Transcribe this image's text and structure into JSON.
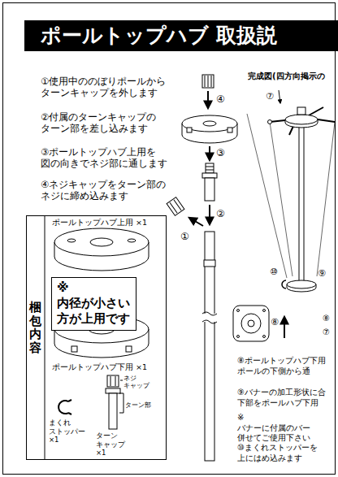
{
  "diagram": {
    "title": "ポールトップハブ 取扱説",
    "nodes": [
      {
        "text": [
          "梱包内容",
          "ポールトップハブ上用 ×1",
          "ポールトップハブ下用 ×1",
          "ネジ キャップ",
          "ターン部",
          "まくれ ストッパー ×1",
          "ターン キャップ ×1"
        ]
      },
      {
        "text": [
          "※内径が小さい 方が上用です"
        ],
        "in": 0
      }
    ],
    "labels": [
      "①使用中ののぼりポールから ターンキャップを外します",
      "②付属のターンキャップの ターン部を差し込みます",
      "③ポールトップハブ上用を 図の向きでネジ部に通します",
      "④ネジキャップをターン部の ネジに締め込みます",
      "④",
      "③",
      "②",
      "①",
      "完成図(四方向掲示の",
      "⑦",
      "⑩",
      "⑨",
      "⑧",
      "⑧",
      "⑦",
      "⑧ポールトップハブ下用 ポールの下側から通",
      "⑨バナーの加工形状に合 下部をポールハブ下用",
      "※バナーに付属のバー 併せてご使用下さい",
      "⑩まくれストッパーを 上にはめ込みます"
    ]
  }
}
